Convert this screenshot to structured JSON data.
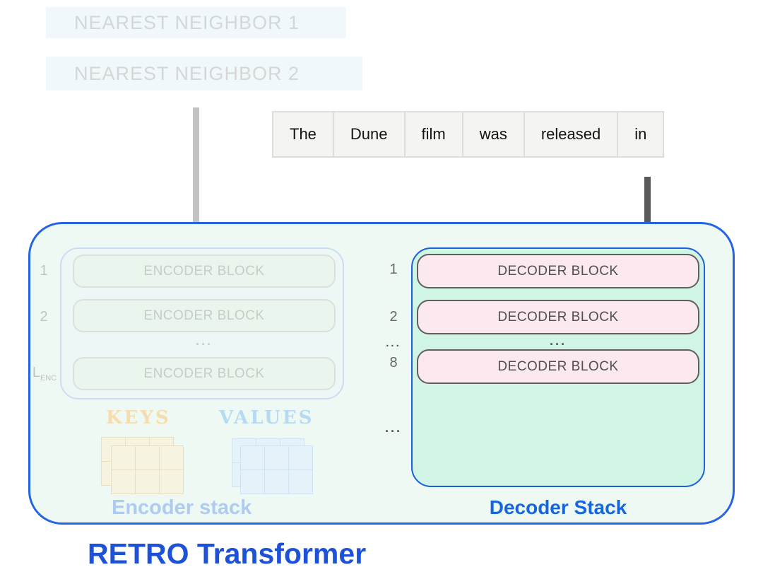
{
  "neighbors": {
    "box1": "NEAREST NEIGHBOR 1",
    "box2": "NEAREST NEIGHBOR 2"
  },
  "tokens": [
    "The",
    "Dune",
    "film",
    "was",
    "released",
    "in"
  ],
  "encoder": {
    "numbers": [
      "1",
      "2"
    ],
    "lenc": {
      "main": "L",
      "sub": "ENC"
    },
    "blocks": [
      "ENCODER BLOCK",
      "ENCODER BLOCK",
      "ENCODER BLOCK"
    ],
    "ellipsis": "...",
    "keys_label": "KEYS",
    "values_label": "VALUES",
    "caption": "Encoder stack"
  },
  "decoder": {
    "numbers": {
      "first": "1",
      "second": "2",
      "mid": "...",
      "eighth": "8",
      "below": "..."
    },
    "blocks": [
      "DECODER BLOCK",
      "DECODER BLOCK",
      "DECODER BLOCK"
    ],
    "ellipsis": "...",
    "caption": "Decoder Stack"
  },
  "title": "RETRO Transformer",
  "colors": {
    "container_border": "#2563e8",
    "container_fill": "#eef9f3",
    "decoder_fill": "#d0f5e5",
    "decoder_block_fill": "#fce9ef",
    "encoder_block_fill": "#eaf6ed",
    "keys_text": "#f7ddae",
    "values_text": "#b7daf3",
    "title_text": "#1d52d8",
    "gray_arrow": "#c2c2c2",
    "dark_arrow": "#595959",
    "token_fill": "#f4f4f2"
  }
}
